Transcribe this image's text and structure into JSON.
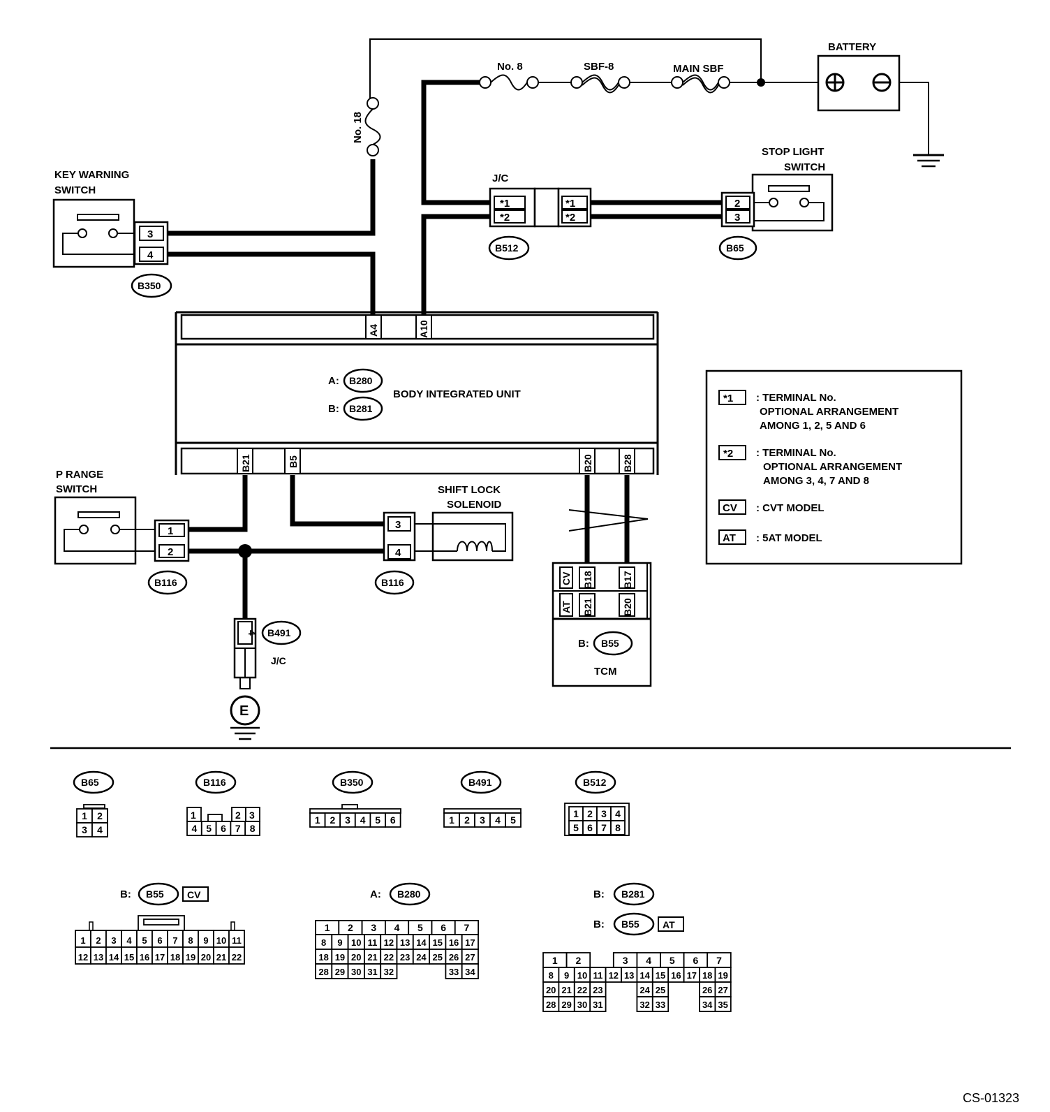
{
  "diagram_id": "CS-01323",
  "labels": {
    "battery": "BATTERY",
    "fuse_no8": "No. 8",
    "sbf8": "SBF-8",
    "main_sbf": "MAIN SBF",
    "fuse_no18": "No. 18",
    "key_warning_switch": "KEY WARNING\nSWITCH",
    "stop_light_switch": "STOP LIGHT\nSWITCH",
    "jc_top": "J/C",
    "jc_bottom": "J/C",
    "body_integrated_unit": "BODY INTEGRATED UNIT",
    "p_range_switch": "P RANGE\nSWITCH",
    "shift_lock_solenoid": "SHIFT LOCK\nSOLENOID",
    "tcm": "TCM",
    "ground_e": "E"
  },
  "connectors": {
    "b350": "B350",
    "b512": "B512",
    "b65": "B65",
    "b280": "B280",
    "b281": "B281",
    "b116": "B116",
    "b491": "B491",
    "b55": "B55"
  },
  "prefixes": {
    "a": "A:",
    "b": "B:"
  },
  "terminals": {
    "key_3": "3",
    "key_4": "4",
    "jc_1": "*1",
    "jc_2": "*2",
    "stop_2": "2",
    "stop_3": "3",
    "biu_a4": "A4",
    "biu_a10": "A10",
    "biu_b21": "B21",
    "biu_b5": "B5",
    "biu_b20": "B20",
    "biu_b28": "B28",
    "prange_1": "1",
    "prange_2": "2",
    "sol_3": "3",
    "sol_4": "4",
    "b491_4": "4",
    "tcm_cv": "CV",
    "tcm_at": "AT",
    "tcm_b18": "B18",
    "tcm_b17": "B17",
    "tcm_b21": "B21",
    "tcm_b20": "B20"
  },
  "legend": [
    {
      "key": "*1",
      "text": ": TERMINAL No.\nOPTIONAL ARRANGEMENT\nAMONG 1, 2, 5 AND 6"
    },
    {
      "key": "*2",
      "text": ": TERMINAL No.\nOPTIONAL ARRANGEMENT\nAMONG 3, 4, 7 AND 8"
    },
    {
      "key": "CV",
      "text": ": CVT MODEL"
    },
    {
      "key": "AT",
      "text": ": 5AT MODEL"
    }
  ],
  "pinouts": {
    "b65": {
      "name": "B65",
      "rows": [
        [
          "1",
          "2"
        ],
        [
          "3",
          "4"
        ]
      ]
    },
    "b116": {
      "name": "B116",
      "rows": [
        [
          "1",
          "",
          "2",
          "3"
        ],
        [
          "4",
          "5",
          "6",
          "7",
          "8"
        ]
      ]
    },
    "b350": {
      "name": "B350",
      "rows": [
        [
          "1",
          "2",
          "3",
          "4",
          "5",
          "6"
        ]
      ]
    },
    "b491": {
      "name": "B491",
      "rows": [
        [
          "1",
          "2",
          "3",
          "4",
          "5"
        ]
      ]
    },
    "b512": {
      "name": "B512",
      "rows": [
        [
          "1",
          "2",
          "3",
          "4"
        ],
        [
          "5",
          "6",
          "7",
          "8"
        ]
      ]
    },
    "b55_cv": {
      "name": "B55",
      "prefix": "B:",
      "tag": "CV",
      "rows": [
        [
          "1",
          "2",
          "3",
          "4",
          "5",
          "6",
          "7",
          "8",
          "9",
          "10",
          "11"
        ],
        [
          "12",
          "13",
          "14",
          "15",
          "16",
          "17",
          "18",
          "19",
          "20",
          "21",
          "22"
        ]
      ]
    },
    "b280": {
      "name": "B280",
      "prefix": "A:",
      "rows": [
        [
          "1",
          "2",
          "3",
          "4",
          "5",
          "6",
          "7"
        ],
        [
          "8",
          "9",
          "10",
          "11",
          "12",
          "13",
          "14",
          "15",
          "16",
          "17"
        ],
        [
          "18",
          "19",
          "20",
          "21",
          "22",
          "23",
          "24",
          "25",
          "26",
          "27"
        ],
        [
          "28",
          "29",
          "30",
          "31",
          "32",
          "33",
          "34"
        ]
      ]
    },
    "b281": {
      "name": "B281",
      "prefix": "B:"
    },
    "b55_at": {
      "name": "B55",
      "prefix": "B:",
      "tag": "AT",
      "rows": [
        [
          "1",
          "2",
          "3",
          "4",
          "5",
          "6",
          "7"
        ],
        [
          "8",
          "9",
          "10",
          "11",
          "12",
          "13",
          "14",
          "15",
          "16",
          "17",
          "18",
          "19"
        ],
        [
          "20",
          "21",
          "22",
          "23",
          "24",
          "25",
          "26",
          "27"
        ],
        [
          "28",
          "29",
          "30",
          "31",
          "32",
          "33",
          "34",
          "35"
        ]
      ]
    }
  },
  "colors": {
    "line": "#000000",
    "background": "#ffffff"
  }
}
